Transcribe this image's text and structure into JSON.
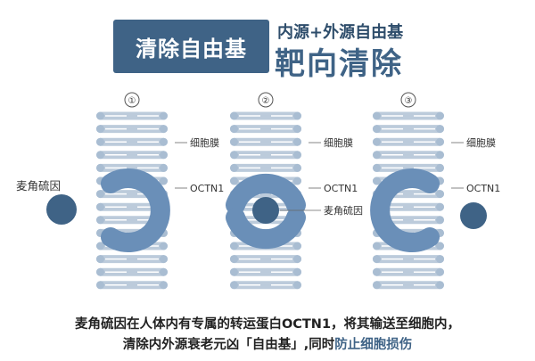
{
  "header": {
    "badge": "清除自由基",
    "subtitle": "内源+外源自由基",
    "headline": "靶向清除"
  },
  "panels": [
    {
      "number": "①",
      "stage": "outside"
    },
    {
      "number": "②",
      "stage": "entering"
    },
    {
      "number": "③",
      "stage": "inside"
    }
  ],
  "labels": {
    "membrane": "细胞膜",
    "transporter": "OCTN1",
    "molecule": "麦角硫因"
  },
  "caption": {
    "line1": "麦角硫因在人体内有专属的转运蛋白OCTN1，将其输送至细胞内，",
    "line2_part1": "清除内外源衰老元凶「自由基」,同时",
    "line2_highlight": "防止细胞损伤"
  },
  "colors": {
    "dark_blue": "#3f6386",
    "protein_blue": "#6a8fb8",
    "lipid": "#bccbdb",
    "molecule": "#3f6386"
  }
}
